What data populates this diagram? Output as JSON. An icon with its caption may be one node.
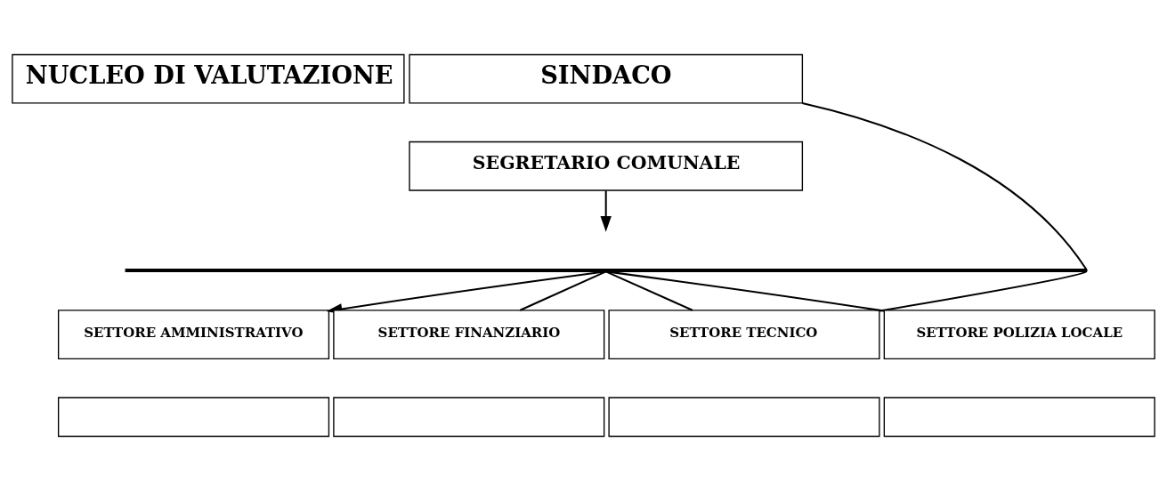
{
  "diagram": {
    "nodes": [
      {
        "text": [
          "SINDACO"
        ]
      },
      {
        "text": [
          "NUCLEO DI VALUTAZIONE"
        ]
      },
      {
        "text": [
          "SEGRETARIO COMUNALE"
        ]
      },
      {
        "text": [],
        "shape": "bar"
      },
      {
        "text": [
          "SETTORE AMMINISTRATIVO"
        ]
      },
      {
        "text": [
          "SETTORE FINANZIARIO"
        ]
      },
      {
        "text": [
          "SETTORE TECNICO"
        ]
      },
      {
        "text": [
          "SETTORE POLIZIA LOCALE"
        ]
      },
      {
        "text": [],
        "shape": "box"
      },
      {
        "text": [],
        "shape": "box"
      },
      {
        "text": [],
        "shape": "box"
      },
      {
        "text": [],
        "shape": "box"
      }
    ],
    "edges": [
      {
        "from": 0,
        "to": 6,
        "arrow": "none"
      },
      {
        "from": 2,
        "to": null,
        "arrow": "to"
      },
      {
        "from": 3,
        "to": 4,
        "arrow": "to"
      },
      {
        "from": 3,
        "to": 5,
        "arrow": "none"
      },
      {
        "from": 3,
        "to": 6,
        "arrow": "none"
      },
      {
        "from": 3,
        "to": 7,
        "arrow": "none"
      }
    ]
  }
}
